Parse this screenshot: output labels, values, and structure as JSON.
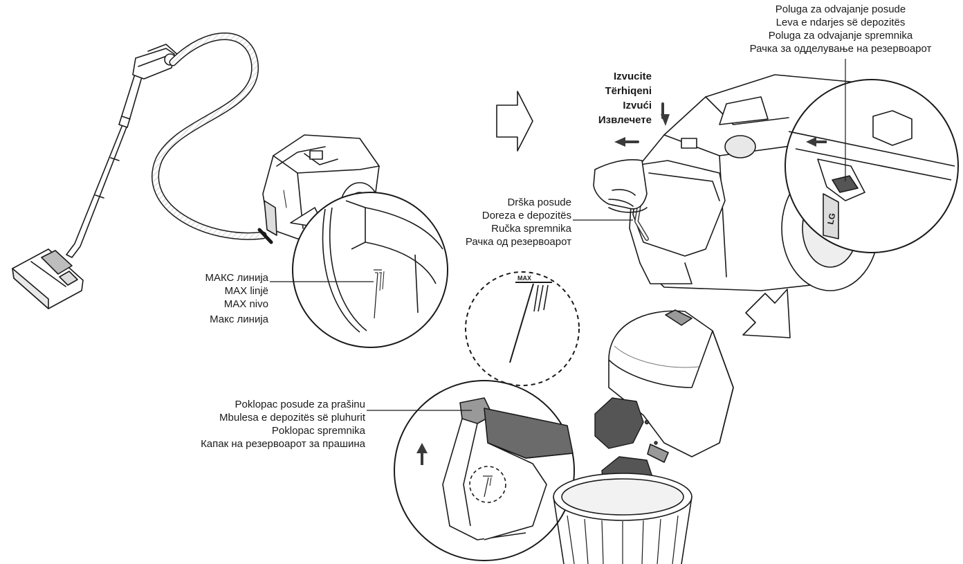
{
  "labels": {
    "lever": [
      "Poluga za odvajanje posude",
      "Leva e ndarjes së depozitës",
      "Poluga za odvajanje spremnika",
      "Рачка за одделување на резервоарот"
    ],
    "pull": [
      "Izvucite",
      "Tërhiqeni",
      "Izvući",
      "Извлечете"
    ],
    "handle": [
      "Drška posude",
      "Doreza e depozitës",
      "Ručka spremnika",
      "Рачка од резервоарот"
    ],
    "max_line": [
      "МАКС линија",
      "MAX linjë",
      "MAX nivo",
      "Макс линија"
    ],
    "cover": [
      "Poklopac posude za prašinu",
      "Mbulesa e depozitës së pluhurit",
      "Poklopac spremnika",
      "Капак на резервоарот за прашина"
    ]
  },
  "marks": {
    "max": "MAX",
    "brand": "LG"
  },
  "colors": {
    "line": "#1a1a1a",
    "shade": "#9a9a9a",
    "dark_shade": "#3a3a3a",
    "background": "#ffffff"
  }
}
